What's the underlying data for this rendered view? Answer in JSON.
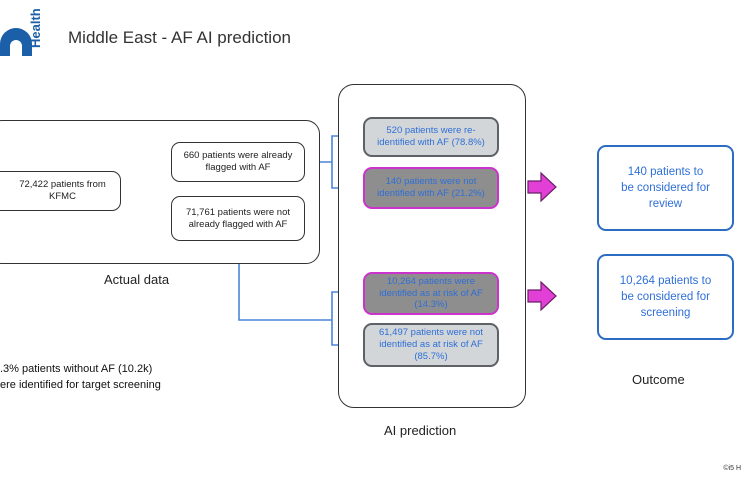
{
  "header": {
    "logo_text": "Health",
    "title": "Middle East - AF AI prediction"
  },
  "actual_data": {
    "source": "72,422 patients from KFMC",
    "flagged": "660 patients were already flagged with AF",
    "not_flagged": "71,761 patients were not already flagged with AF",
    "label": "Actual data"
  },
  "ai_prediction": {
    "reidentified": "520 patients were re-identified with AF (78.8%)",
    "not_identified_af": "140 patients were not identified with AF (21.2%)",
    "at_risk": "10,264 patients were identified as at risk of AF (14.3%)",
    "not_at_risk": "61,497 patients were not identified as at risk of AF (85.7%)",
    "label": "AI prediction"
  },
  "outcome": {
    "review": "140 patients to be considered for review",
    "screening": "10,264 patients to be considered for screening",
    "label": "Outcome"
  },
  "footnote": {
    "line1": ".3% patients without AF (10.2k)",
    "line2": "ere identified for target screening"
  },
  "copyright": "©i5 H",
  "colors": {
    "connector": "#4a86d6",
    "arrow": "#e23fd6",
    "outcome_border": "#2c6cc2",
    "prediction_text": "#2f6fd6"
  }
}
